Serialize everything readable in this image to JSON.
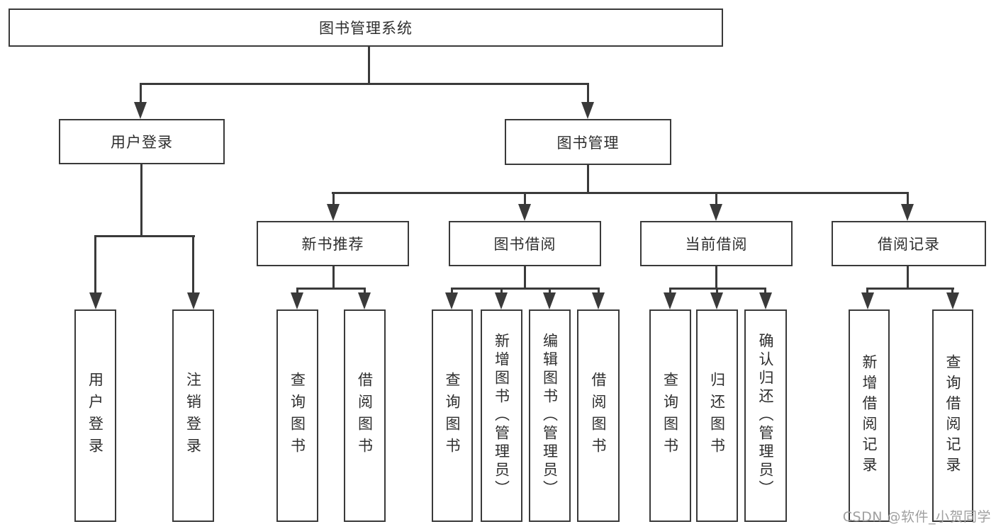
{
  "diagram": {
    "root": {
      "label": "图书管理系统"
    },
    "level2": [
      {
        "label": "用户登录"
      },
      {
        "label": "图书管理"
      }
    ],
    "level3": [
      {
        "label": "新书推荐"
      },
      {
        "label": "图书借阅"
      },
      {
        "label": "当前借阅"
      },
      {
        "label": "借阅记录"
      }
    ],
    "leaves": [
      {
        "label": "用户登录"
      },
      {
        "label": "注销登录"
      },
      {
        "label": "查询图书"
      },
      {
        "label": "借阅图书"
      },
      {
        "label": "查询图书"
      },
      {
        "label": "新增图书（管理员）"
      },
      {
        "label": "编辑图书（管理员）"
      },
      {
        "label": "借阅图书"
      },
      {
        "label": "查询图书"
      },
      {
        "label": "归还图书"
      },
      {
        "label": "确认归还（管理员）"
      },
      {
        "label": "新增借阅记录"
      },
      {
        "label": "查询借阅记录"
      }
    ]
  },
  "watermark": {
    "text": "CSDN @软件_小贺同学"
  },
  "colors": {
    "line": "#3a3a3a",
    "text": "#2e2e2e",
    "watermark": "#a0a0a0",
    "background": "#ffffff"
  }
}
